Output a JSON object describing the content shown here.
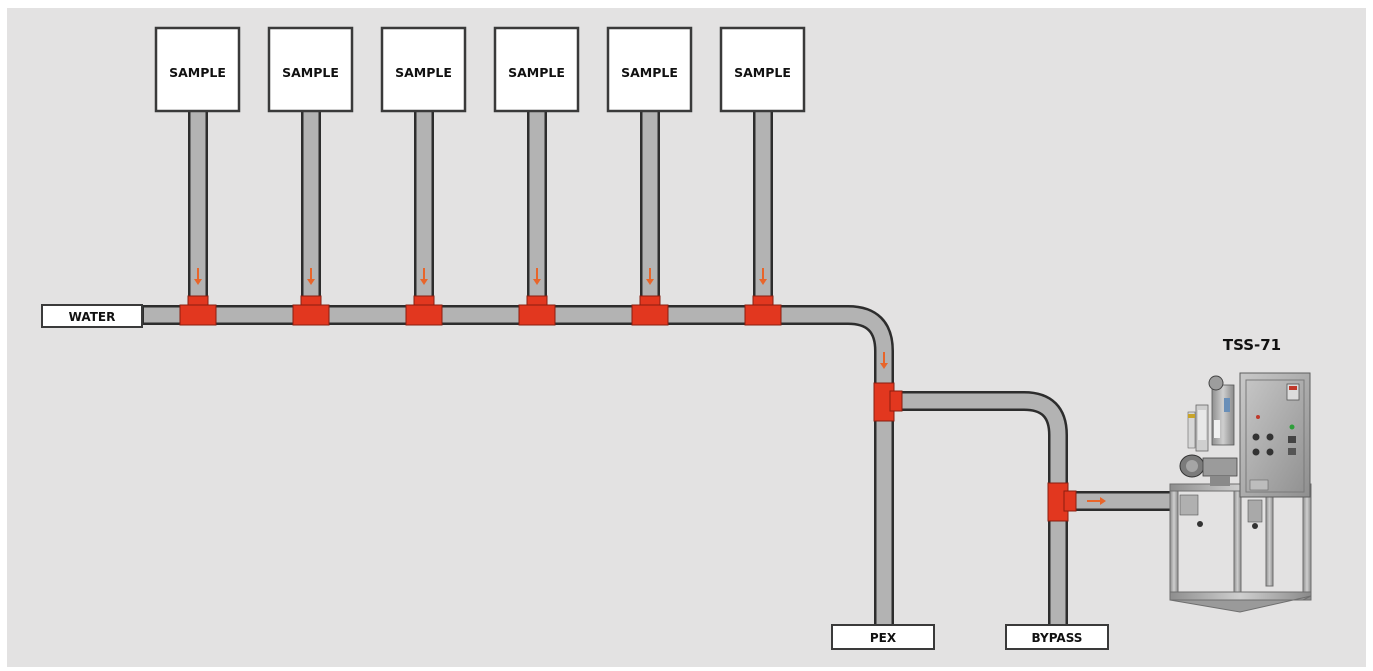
{
  "diagram": {
    "sample_boxes": [
      {
        "label": "SAMPLE"
      },
      {
        "label": "SAMPLE"
      },
      {
        "label": "SAMPLE"
      },
      {
        "label": "SAMPLE"
      },
      {
        "label": "SAMPLE"
      },
      {
        "label": "SAMPLE"
      }
    ],
    "water_label": "WATER",
    "pex_label": "PEX",
    "bypass_label": "BYPASS",
    "unit_title": "TSS-71",
    "colors": {
      "background": "#e3e2e2",
      "pipe_fill": "#b3b3b3",
      "pipe_outline": "#2d2d2d",
      "tee_fitting": "#e2371f",
      "flow_arrow": "#e8652a",
      "box_fill": "#ffffff",
      "box_outline": "#3a3a3a",
      "equipment_steel": "#a8a8a8"
    }
  }
}
